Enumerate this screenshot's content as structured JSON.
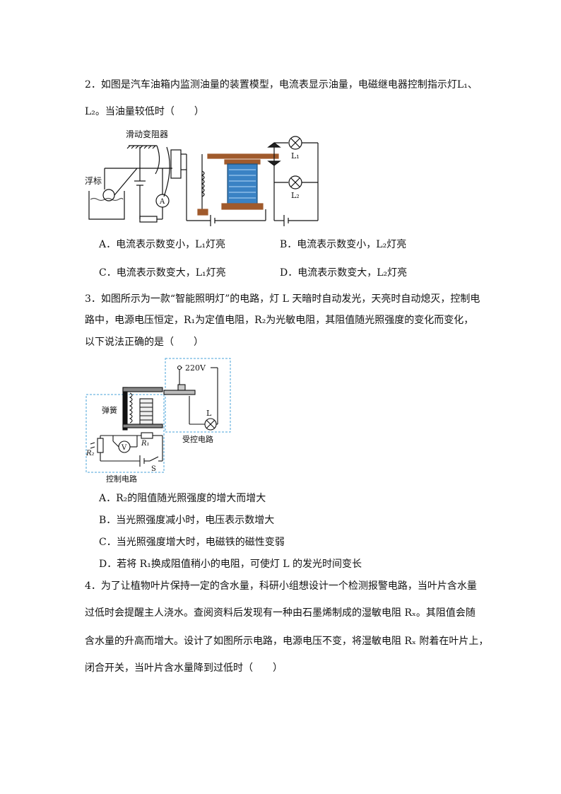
{
  "q2": {
    "line1": "2．如图是汽车油箱内监测油量的装置模型，电流表显示油量，电磁继电器控制指示灯L₁、",
    "line2": "L₂。当油量较低时（　　）",
    "figure": {
      "label_rheostat": "滑动变阻器",
      "label_float": "浮标",
      "label_ammeter": "A",
      "label_L1": "L₁",
      "label_L2": "L₂"
    },
    "options": {
      "A": "A．电流表示数变小，L₁灯亮",
      "B": "B．电流表示数变小，L₂灯亮",
      "C": "C．电流表示数变大，L₁灯亮",
      "D": "D．电流表示数变大，L₂灯亮"
    }
  },
  "q3": {
    "line1": "3．如图所示为一款“智能照明灯”的电路，灯 L 天暗时自动发光，天亮时自动熄灭，控制电",
    "line2": "路中，电源电压恒定，R₁为定值电阻，R₂为光敏电阻，其阻值随光照强度的变化而变化，",
    "line3": "以下说法正确的是（　　）",
    "figure": {
      "label_220v": "220V",
      "label_spring": "弹簧",
      "label_L": "L",
      "label_controlled": "受控电路",
      "label_R1": "R₁",
      "label_R2": "R₂",
      "label_V": "V",
      "label_S": "S",
      "label_control": "控制电路"
    },
    "options": {
      "A": "A．R₂的阻值随光照强度的增大而增大",
      "B": "B．当光照强度减小时，电压表示数增大",
      "C": "C．当光照强度增大时，电磁铁的磁性变弱",
      "D": "D．若将 R₁换成阻值稍小的电阻，可使灯 L 的发光时间变长"
    }
  },
  "q4": {
    "line1": "4．为了让植物叶片保持一定的含水量，科研小组想设计一个检测报警电路，当叶片含水量",
    "line2": "过低时会提醒主人浇水。查阅资料后发现有一种由石墨烯制成的湿敏电阻 Rₓ。其阻值会随",
    "line3": "含水量的升高而增大。设计了如图所示电路，电源电压不变，将湿敏电阻 Rₓ 附着在叶片上，",
    "line4": "闭合开关，当叶片含水量降到过低时（　　）"
  }
}
